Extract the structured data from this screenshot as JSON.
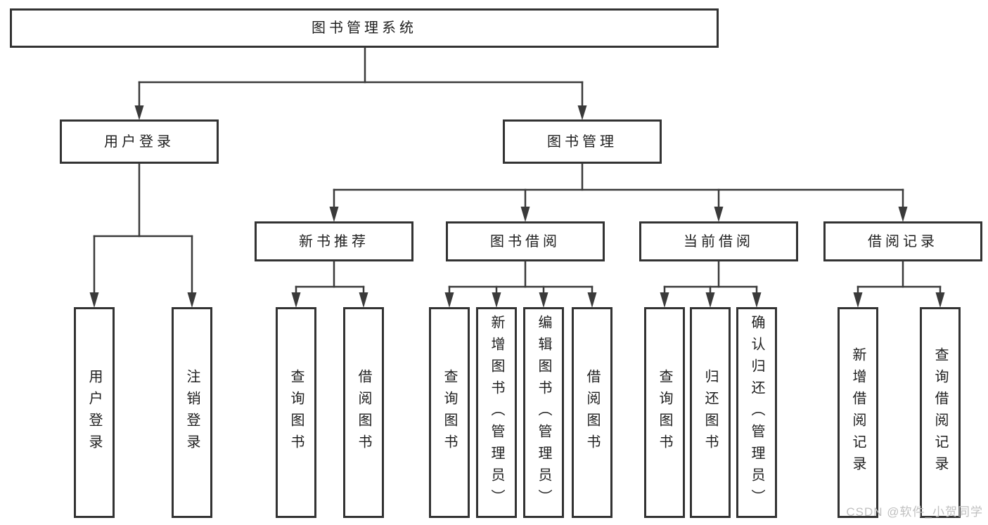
{
  "diagram": {
    "root": {
      "label": "图书管理系统"
    },
    "level2": [
      {
        "label": "用户登录"
      },
      {
        "label": "图书管理"
      }
    ],
    "level3": [
      {
        "label": "新书推荐"
      },
      {
        "label": "图书借阅"
      },
      {
        "label": "当前借阅"
      },
      {
        "label": "借阅记录"
      }
    ],
    "leaves": {
      "user_login": [
        {
          "label": "用户登录"
        },
        {
          "label": "注销登录"
        }
      ],
      "new_book": [
        {
          "label": "查询图书"
        },
        {
          "label": "借阅图书"
        }
      ],
      "book_borrow": [
        {
          "label": "查询图书"
        },
        {
          "label": "新增图书（管理员）"
        },
        {
          "label": "编辑图书（管理员）"
        },
        {
          "label": "借阅图书"
        }
      ],
      "current_borrow": [
        {
          "label": "查询图书"
        },
        {
          "label": "归还图书"
        },
        {
          "label": "确认归还（管理员）"
        }
      ],
      "borrow_records": [
        {
          "label": "新增借阅记录"
        },
        {
          "label": "查询借阅记录"
        }
      ]
    }
  },
  "watermark": {
    "text": "CSDN @软件_小贺同学"
  },
  "colors": {
    "line": "#3a3a3a",
    "border": "#333333",
    "text": "#202020",
    "watermark": "#c0c0c0",
    "background": "#ffffff"
  }
}
